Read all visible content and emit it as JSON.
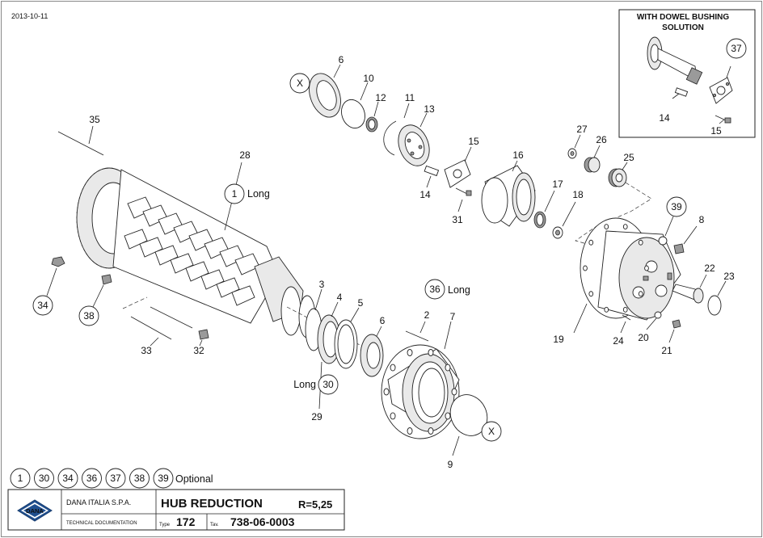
{
  "date": "2013-10-11",
  "inset": {
    "title_line1": "WITH DOWEL BUSHING",
    "title_line2": "SOLUTION"
  },
  "callouts": {
    "n1": "1",
    "n2": "2",
    "n3": "3",
    "n4": "4",
    "n5": "5",
    "n6a": "6",
    "n6b": "6",
    "n7": "7",
    "n8": "8",
    "n9": "9",
    "n10": "10",
    "n11": "11",
    "n12": "12",
    "n13": "13",
    "n14a": "14",
    "n14b": "14",
    "n15a": "15",
    "n15b": "15",
    "n16": "16",
    "n17": "17",
    "n18": "18",
    "n19": "19",
    "n20": "20",
    "n21": "21",
    "n22": "22",
    "n23": "23",
    "n24": "24",
    "n25": "25",
    "n26": "26",
    "n27": "27",
    "n28": "28",
    "n29": "29",
    "n30": "30",
    "n31": "31",
    "n32": "32",
    "n33": "33",
    "n34": "34",
    "n35": "35",
    "n36": "36",
    "n37": "37",
    "n38": "38",
    "n39": "39",
    "xa": "X",
    "xb": "X"
  },
  "notes": {
    "long_1": "Long",
    "long_36": "Long",
    "long_30": "Long"
  },
  "legend": {
    "items": [
      "1",
      "30",
      "34",
      "36",
      "37",
      "38",
      "39"
    ],
    "label": "Optional"
  },
  "title_block": {
    "logo": "DANA",
    "company": "DANA ITALIA S.P.A.",
    "department": "TECHNICAL DOCUMENTATION",
    "title": "HUB REDUCTION",
    "ratio": "R=5,25",
    "type_label": "Type",
    "type_value": "172",
    "tav_label": "Tav.",
    "tav_value": "738-06-0003"
  }
}
